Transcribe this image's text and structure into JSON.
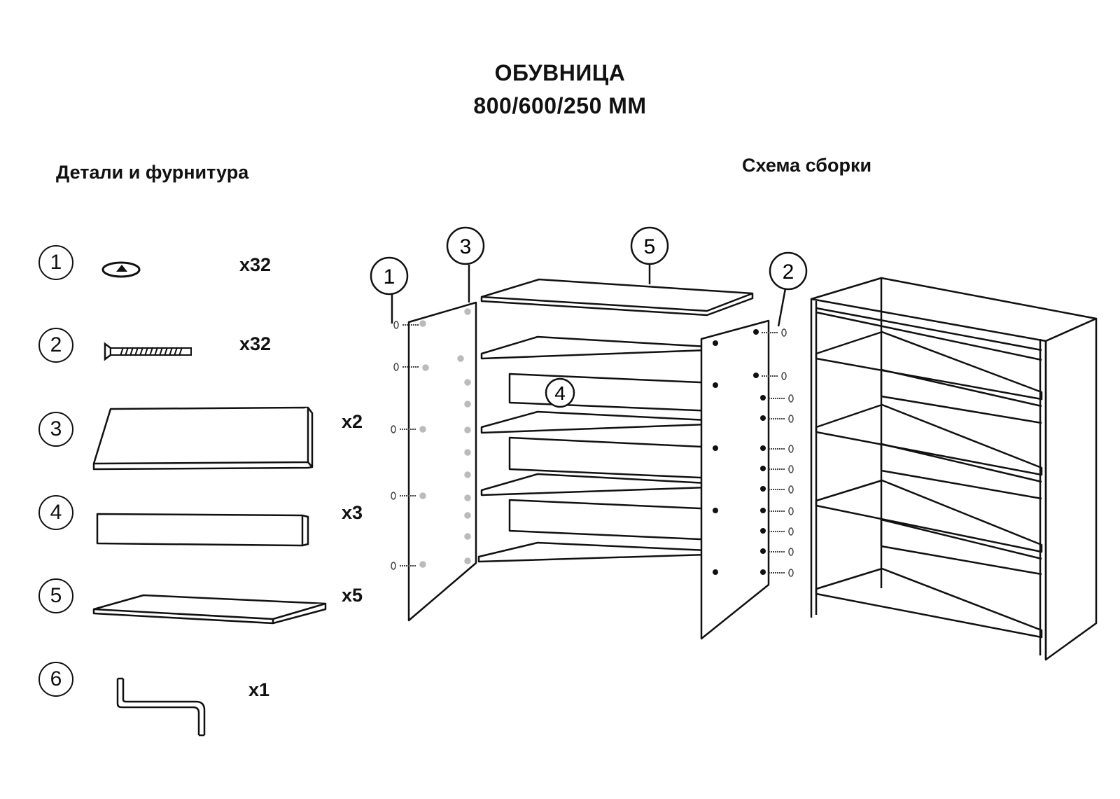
{
  "title": {
    "line1": "ОБУВНИЦА",
    "line2": "800/600/250 ММ"
  },
  "parts_heading": "Детали и фурнитура",
  "assembly_heading": "Схема сборки",
  "parts": [
    {
      "num": "1",
      "icon": "cam-lock-icon",
      "qty": "x32"
    },
    {
      "num": "2",
      "icon": "confirmat-screw-icon",
      "qty": "x32"
    },
    {
      "num": "3",
      "icon": "side-panel-icon",
      "qty": "x2"
    },
    {
      "num": "4",
      "icon": "back-strip-icon",
      "qty": "x3"
    },
    {
      "num": "5",
      "icon": "shelf-board-icon",
      "qty": "x5"
    },
    {
      "num": "6",
      "icon": "hex-key-icon",
      "qty": "x1"
    }
  ],
  "callouts": [
    "1",
    "3",
    "5",
    "2",
    "4"
  ]
}
